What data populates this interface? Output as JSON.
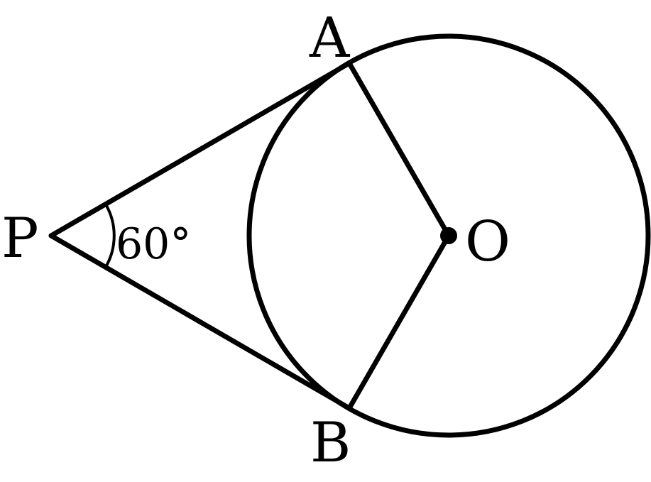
{
  "points": {
    "A": "A",
    "B": "B",
    "P": "P",
    "O": "O"
  },
  "angle_label": "60°",
  "colors": {
    "stroke": "#000000",
    "background": "#ffffff"
  }
}
